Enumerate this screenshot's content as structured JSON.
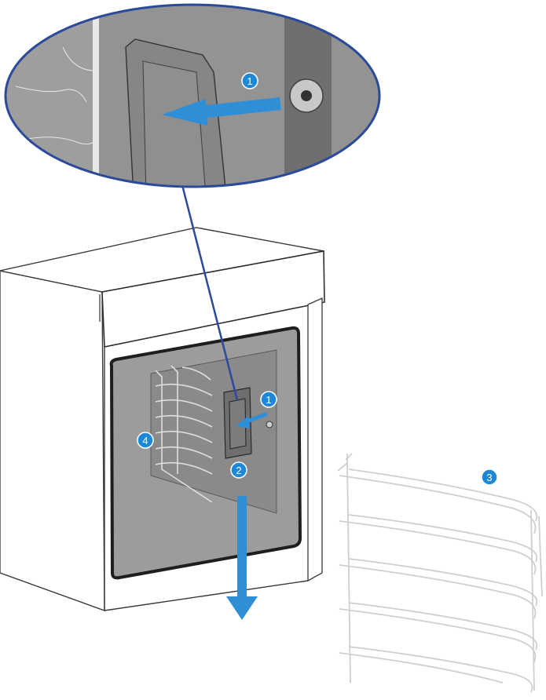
{
  "callouts": {
    "zoom_step": "1",
    "latch_step": "1",
    "lower_step": "2",
    "rack_removed_step": "3",
    "rack_installed_step": "4"
  },
  "colors": {
    "badge": "#1e88d8",
    "arrow": "#2f8fd6",
    "leader_line": "#2c4a9a",
    "cabinet_outline": "#333333",
    "oven_interior": "#9a9a9a",
    "wire": "#d8d8d8"
  }
}
